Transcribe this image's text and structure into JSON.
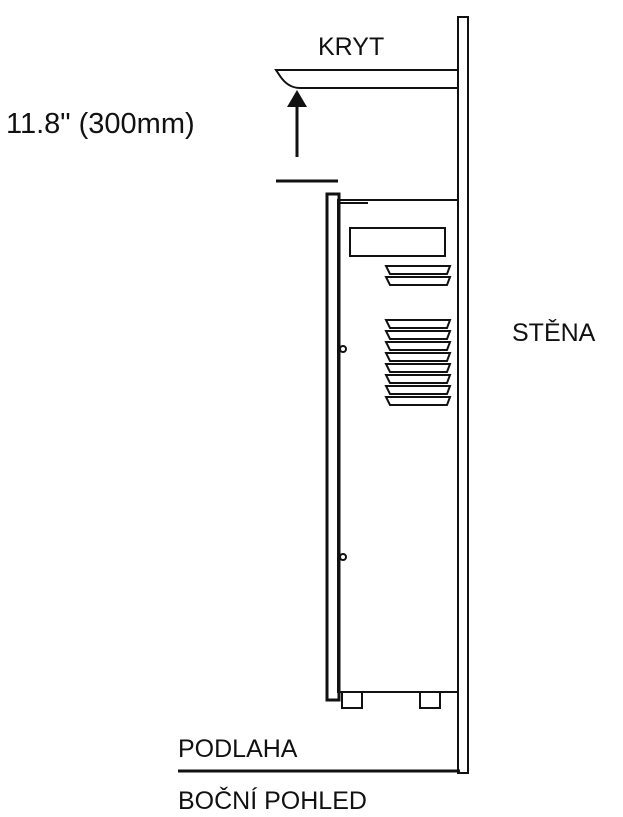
{
  "labels": {
    "cover": "KRYT",
    "clearance": "11.8\" (300mm)",
    "wall": "STĚNA",
    "floor": "PODLAHA",
    "view_title": "BOČNÍ POHLED"
  },
  "colors": {
    "line": "#111111",
    "background": "#ffffff"
  },
  "icons": {
    "clearance_arrow": "arrow-up-icon"
  }
}
